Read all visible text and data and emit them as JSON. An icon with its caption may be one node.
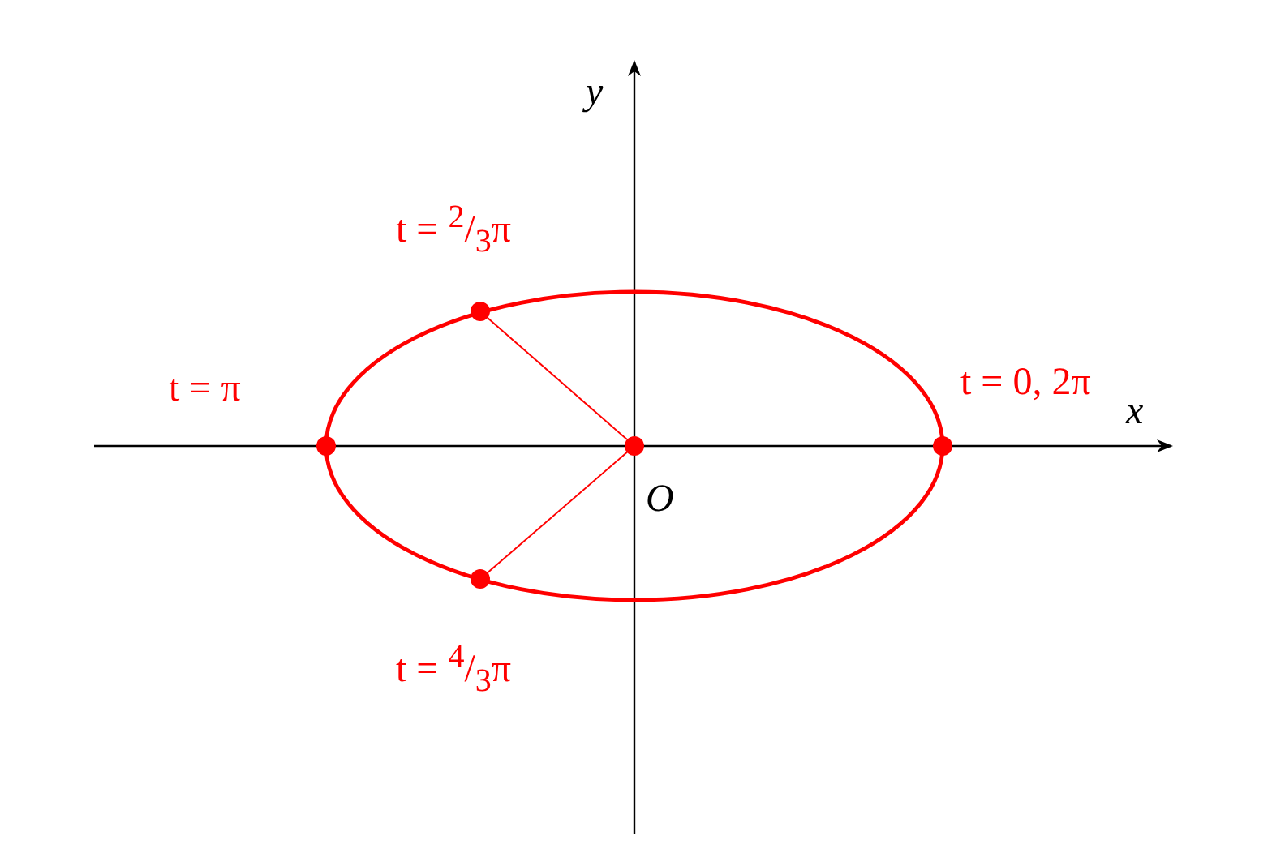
{
  "diagram": {
    "nodes": [
      {
        "text": [],
        "shape": "circle",
        "beside": [
          "t = $^{2}$/$_{3}$π"
        ]
      },
      {
        "text": [],
        "shape": "circle",
        "beside": [
          "t = π"
        ]
      },
      {
        "text": [],
        "shape": "circle",
        "beside": [
          "O"
        ]
      },
      {
        "text": [],
        "shape": "circle",
        "beside": [
          "t = 0, 2π"
        ]
      },
      {
        "text": [],
        "shape": "circle",
        "beside": [
          "t = $^{4}$/$_{3}$π"
        ]
      }
    ],
    "edges": [
      {
        "from": 2,
        "to": 0,
        "arrow": "none"
      },
      {
        "from": 2,
        "to": 4,
        "arrow": "none"
      }
    ],
    "labels": [
      "y",
      "x"
    ]
  }
}
